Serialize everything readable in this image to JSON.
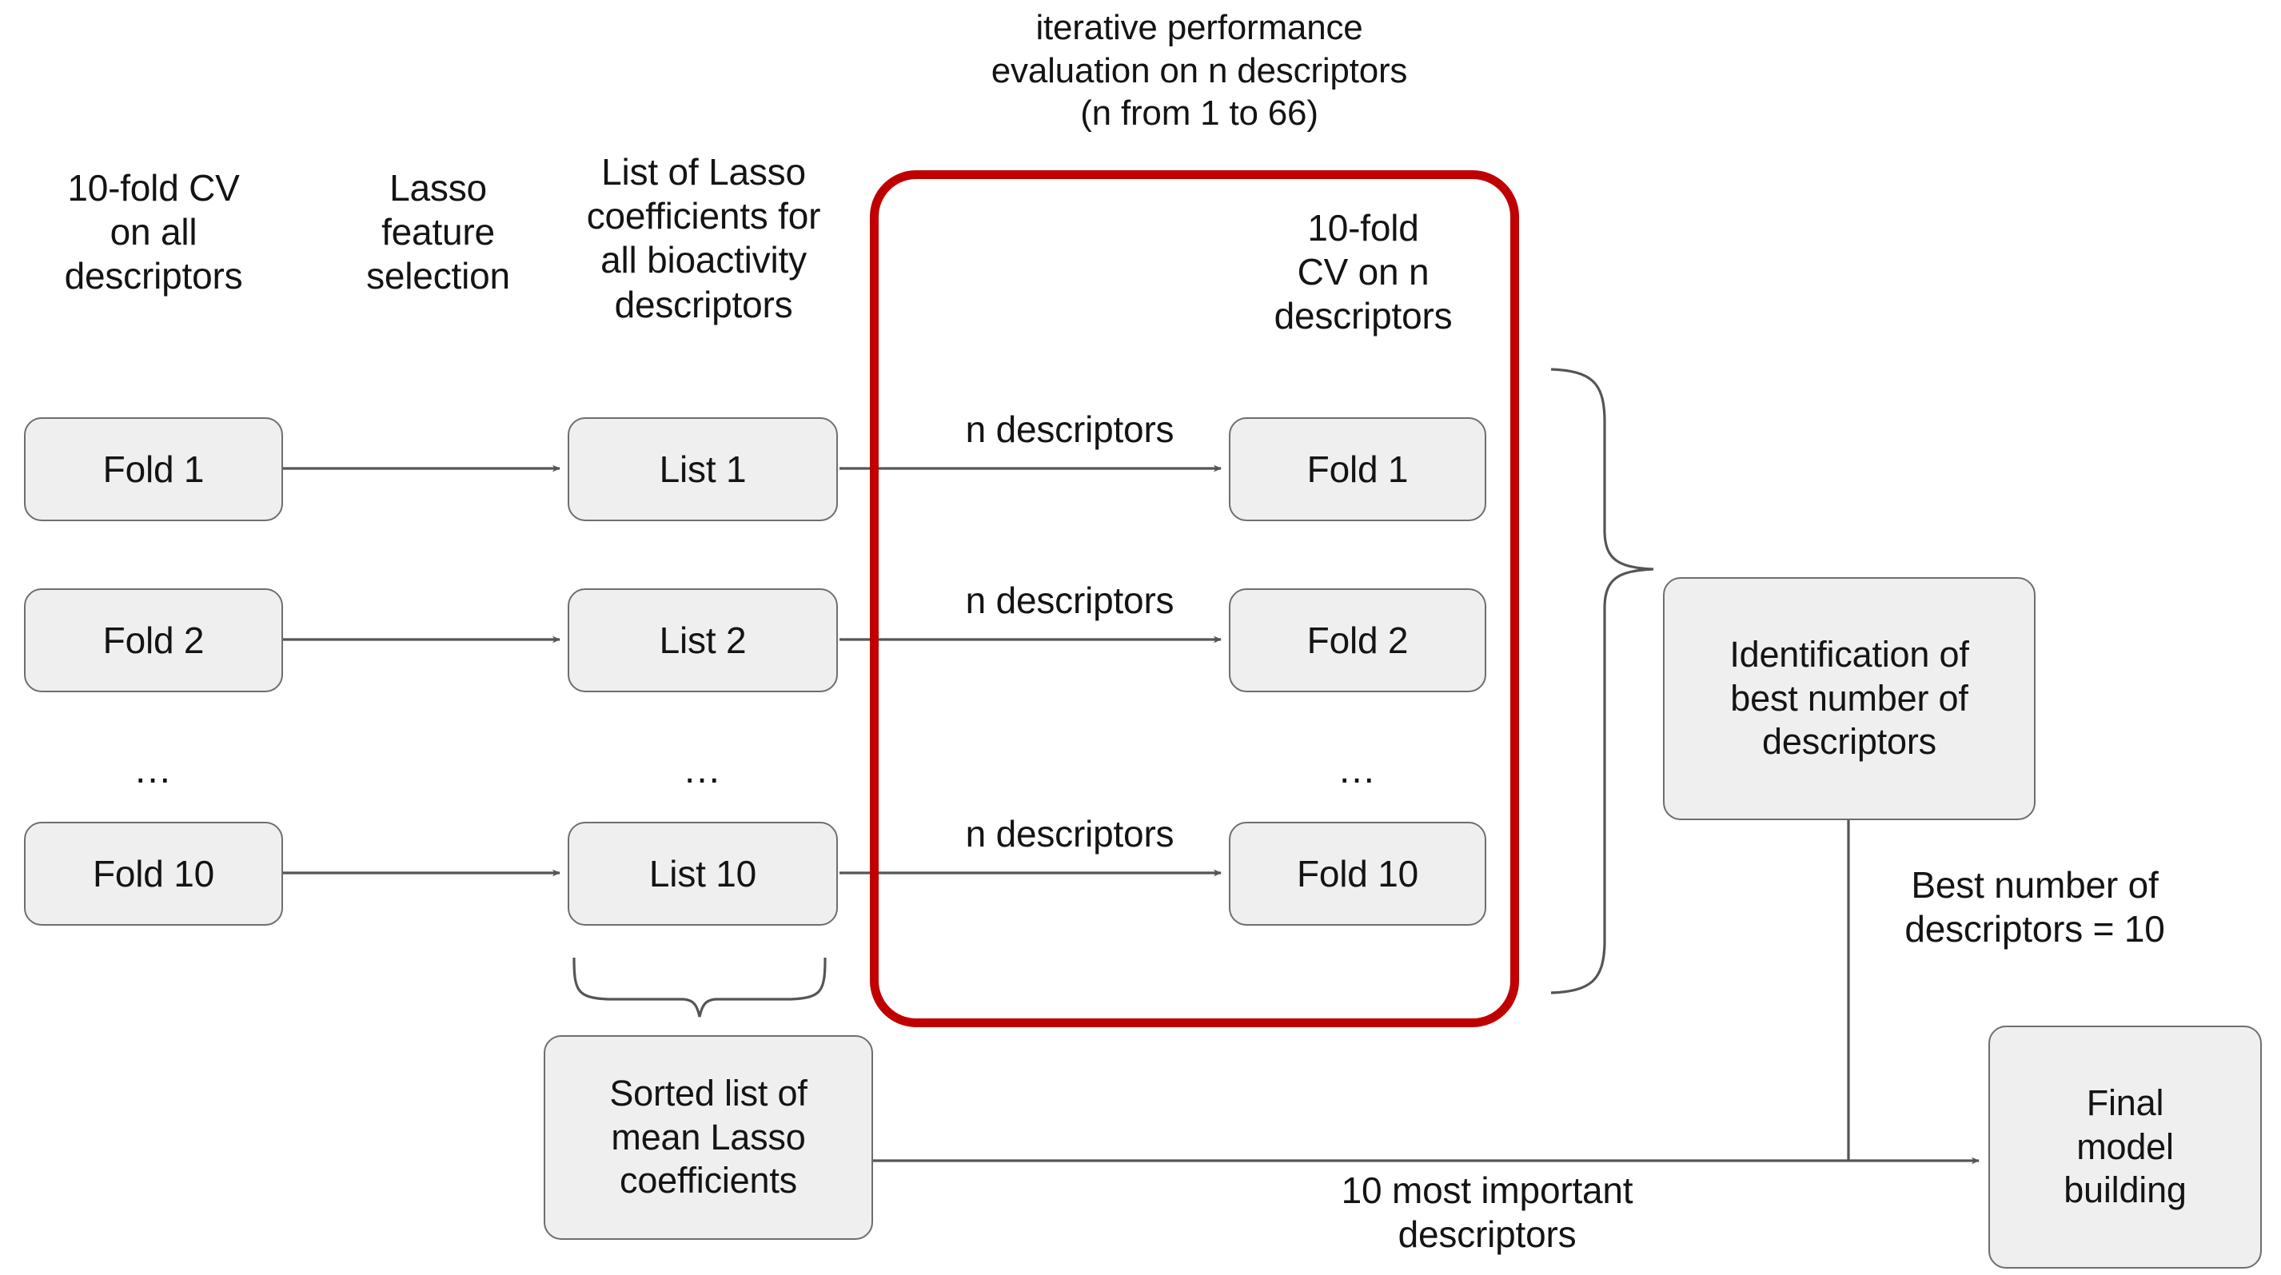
{
  "diagram": {
    "title": "Lasso feature selection and iterative descriptor evaluation workflow",
    "accent_color": "#C00000",
    "node_fill": "#EFEFEF",
    "node_stroke": "#6E6E6E",
    "connector_color": "#555555"
  },
  "columns": {
    "col1_header": "10-fold CV\non all\ndescriptors",
    "col2_header": "Lasso\nfeature\nselection",
    "col3_header": "List of Lasso\ncoefficients for\nall bioactivity\ndescriptors",
    "col4_header": "iterative performance\nevaluation on n descriptors\n(n from 1 to 66)",
    "col5_header": "10-fold\nCV on n\ndescriptors"
  },
  "folds_left": [
    {
      "label": "Fold 1"
    },
    {
      "label": "Fold 2"
    },
    {
      "label": "Fold 10"
    }
  ],
  "lists": [
    {
      "label": "List 1"
    },
    {
      "label": "List 2"
    },
    {
      "label": "List 10"
    }
  ],
  "folds_right": [
    {
      "label": "Fold 1"
    },
    {
      "label": "Fold 2"
    },
    {
      "label": "Fold 10"
    }
  ],
  "ellipsis": {
    "left": "...",
    "middle": "...",
    "right": "..."
  },
  "edge_labels": {
    "n_descriptors_1": "n descriptors",
    "n_descriptors_2": "n descriptors",
    "n_descriptors_3": "n descriptors",
    "best_number": "Best number of\ndescriptors = 10",
    "most_important": "10 most important\ndescriptors"
  },
  "outputs": {
    "sorted_list": "Sorted list of\nmean Lasso\ncoefficients",
    "identification": "Identification of\nbest number of\ndescriptors",
    "final_model": "Final\nmodel\nbuilding"
  }
}
